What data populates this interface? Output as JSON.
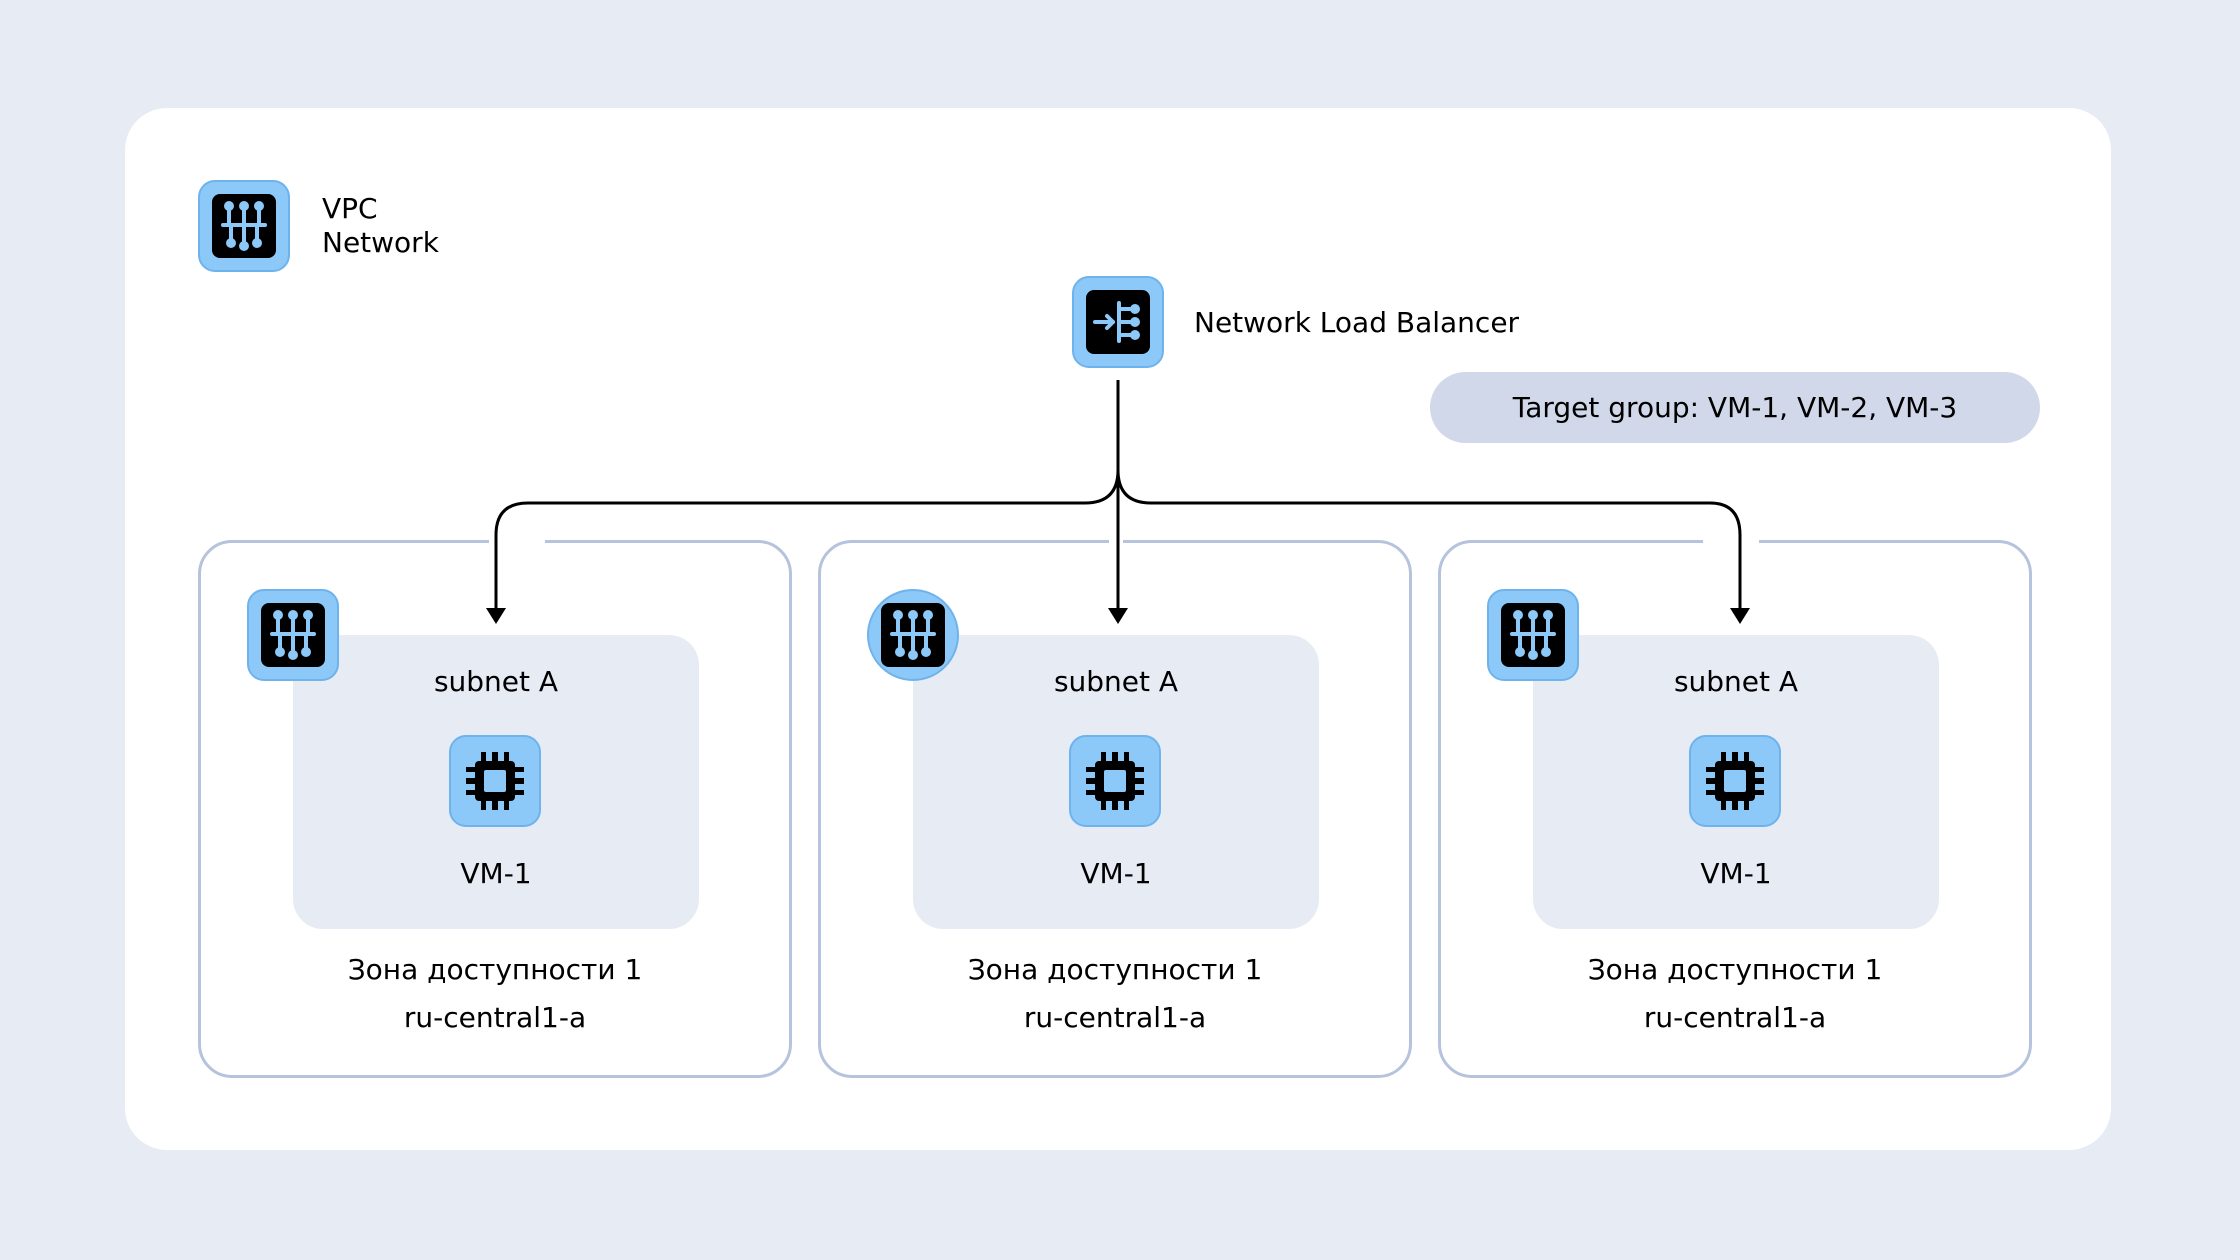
{
  "vpc": {
    "label_line1": "VPC",
    "label_line2": "Network",
    "icon": "network-icon"
  },
  "load_balancer": {
    "label": "Network Load Balancer",
    "icon": "load-balancer-icon"
  },
  "target_group": {
    "label": "Target group: VM-1, VM-2, VM-3"
  },
  "zones": [
    {
      "subnet_label": "subnet A",
      "vm_label": "VM-1",
      "zone_name": "Зона доступности 1",
      "region": "ru-central1-a",
      "icon": "network-icon",
      "vm_icon": "cpu-chip-icon"
    },
    {
      "subnet_label": "subnet A",
      "vm_label": "VM-1",
      "zone_name": "Зона доступности 1",
      "region": "ru-central1-a",
      "icon": "network-icon",
      "vm_icon": "cpu-chip-icon"
    },
    {
      "subnet_label": "subnet A",
      "vm_label": "VM-1",
      "zone_name": "Зона доступности 1",
      "region": "ru-central1-a",
      "icon": "network-icon",
      "vm_icon": "cpu-chip-icon"
    }
  ],
  "colors": {
    "background": "#e7ebf3",
    "card": "#ffffff",
    "icon_fill": "#8cc8f8",
    "zone_border": "#b6c3dc",
    "subnet_fill": "#e7ebf3",
    "pill_fill": "#d1d8e9",
    "connector": "#000000"
  }
}
